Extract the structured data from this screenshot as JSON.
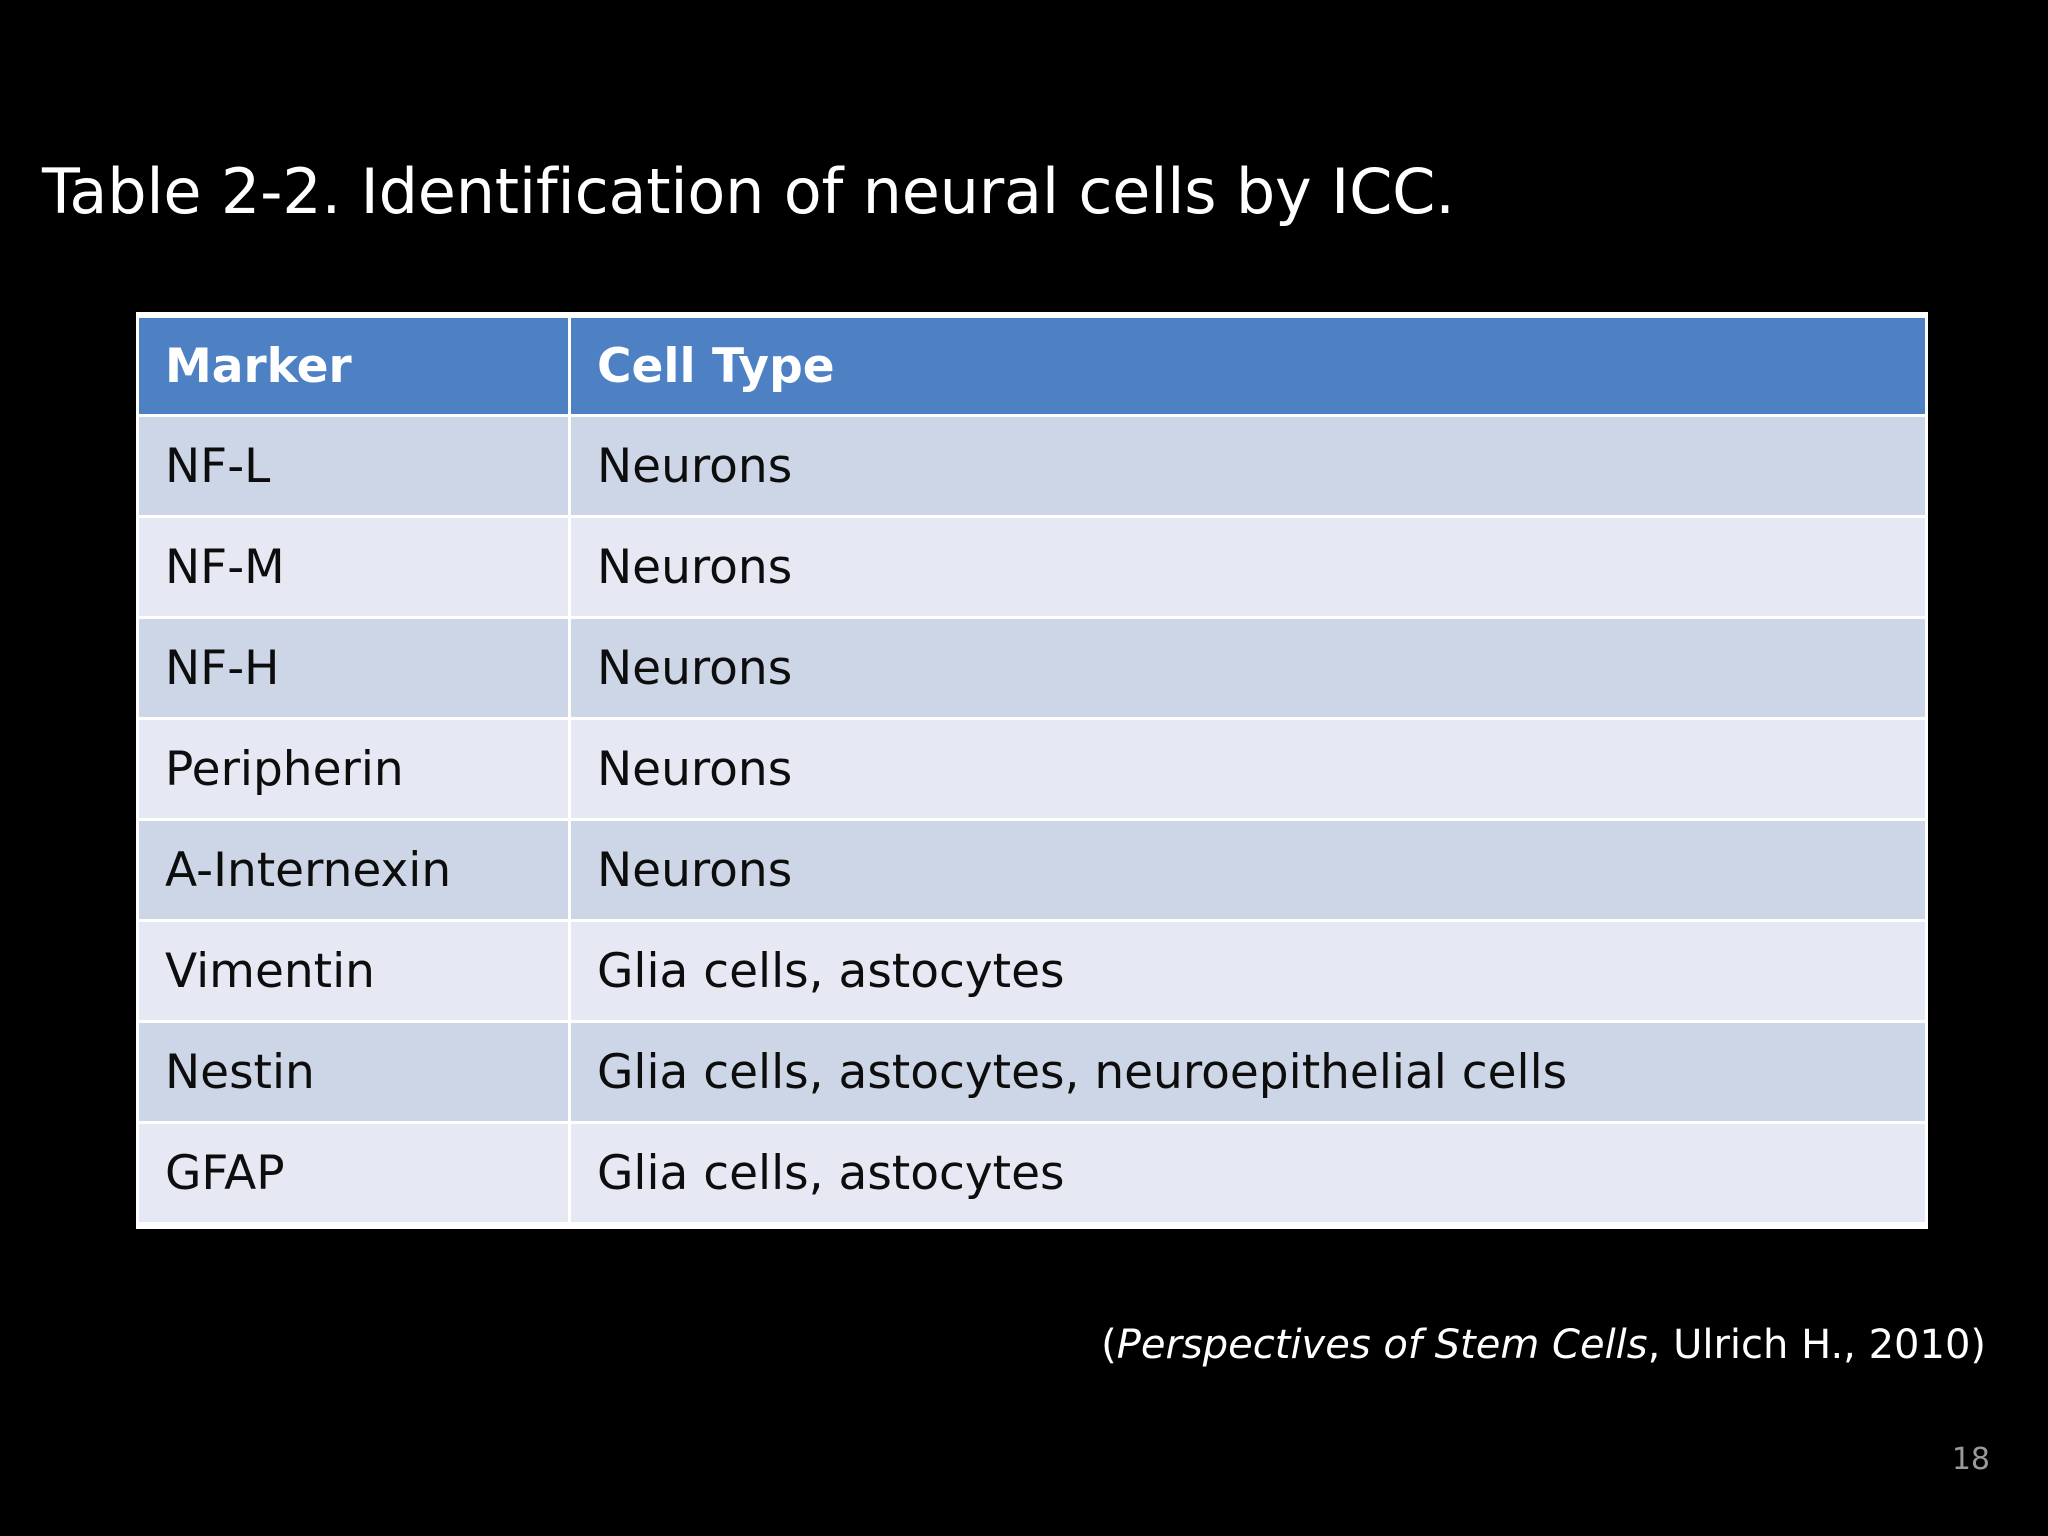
{
  "slide": {
    "background_color": "#000000",
    "title": "Table 2-2. Identification of neural cells by ICC.",
    "page_number": "18"
  },
  "table": {
    "accent_color": "#4E81C4",
    "row_dark_color": "#CDD6E6",
    "row_light_color": "#E6E9F4",
    "headers": [
      "Marker",
      "Cell Type"
    ],
    "rows": [
      {
        "marker": "NF-L",
        "cell_type": "Neurons"
      },
      {
        "marker": "NF-M",
        "cell_type": "Neurons"
      },
      {
        "marker": "NF-H",
        "cell_type": "Neurons"
      },
      {
        "marker": "Peripherin",
        "cell_type": "Neurons"
      },
      {
        "marker": "A-Internexin",
        "cell_type": "Neurons"
      },
      {
        "marker": "Vimentin",
        "cell_type": "Glia cells, astocytes"
      },
      {
        "marker": "Nestin",
        "cell_type": "Glia cells, astocytes, neuroepithelial cells"
      },
      {
        "marker": "GFAP",
        "cell_type": "Glia cells, astocytes"
      }
    ]
  },
  "citation": {
    "open_paren": "(",
    "source_title": "Perspectives of Stem Cells",
    "rest": ", Ulrich H., 2010)"
  }
}
